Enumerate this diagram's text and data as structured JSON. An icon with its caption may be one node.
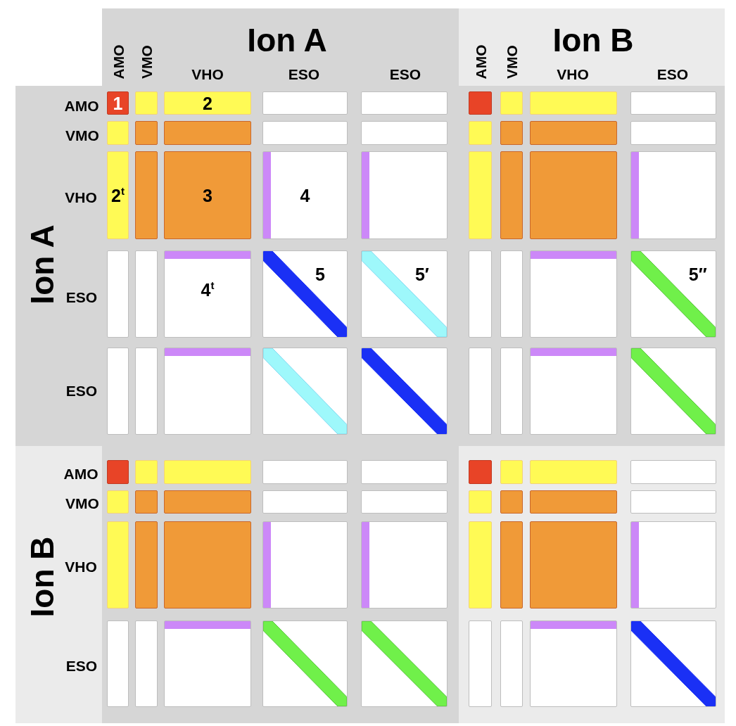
{
  "diagram": {
    "nodes": [
      {
        "text": [
          "1"
        ]
      },
      {
        "text": [],
        "shape": "box"
      },
      {
        "text": [
          "2"
        ]
      },
      {
        "text": [],
        "shape": "box"
      },
      {
        "text": [],
        "shape": "box"
      },
      {
        "text": [],
        "shape": "box"
      },
      {
        "text": [],
        "shape": "box"
      },
      {
        "text": [],
        "shape": "box"
      },
      {
        "text": [],
        "shape": "box"
      },
      {
        "text": [],
        "shape": "box"
      },
      {
        "text": [],
        "shape": "box"
      },
      {
        "text": [],
        "shape": "box"
      },
      {
        "text": [],
        "shape": "box"
      },
      {
        "text": [],
        "shape": "box"
      },
      {
        "text": [],
        "shape": "box"
      },
      {
        "text": [],
        "shape": "box"
      },
      {
        "text": [],
        "shape": "box"
      },
      {
        "text": [],
        "shape": "box"
      },
      {
        "text": [
          "2$^{t}$"
        ]
      },
      {
        "text": [],
        "shape": "box"
      },
      {
        "text": [
          "3"
        ]
      },
      {
        "text": [
          "4"
        ]
      },
      {
        "text": [],
        "shape": "box"
      },
      {
        "text": [],
        "shape": "box"
      },
      {
        "text": [],
        "shape": "box"
      },
      {
        "text": [],
        "shape": "box"
      },
      {
        "text": [],
        "shape": "box"
      },
      {
        "text": [],
        "shape": "box"
      },
      {
        "text": [],
        "shape": "box"
      },
      {
        "text": [
          "4$^{t}$"
        ]
      },
      {
        "text": [
          "5"
        ]
      },
      {
        "text": [
          "5′"
        ]
      },
      {
        "text": [],
        "shape": "box"
      },
      {
        "text": [],
        "shape": "box"
      },
      {
        "text": [],
        "shape": "box"
      },
      {
        "text": [
          "5″"
        ]
      },
      {
        "text": [],
        "shape": "box"
      },
      {
        "text": [],
        "shape": "box"
      },
      {
        "text": [],
        "shape": "box"
      },
      {
        "text": [],
        "shape": "box"
      },
      {
        "text": [],
        "shape": "box"
      },
      {
        "text": [],
        "shape": "box"
      },
      {
        "text": [],
        "shape": "box"
      },
      {
        "text": [],
        "shape": "box"
      },
      {
        "text": [],
        "shape": "box"
      },
      {
        "text": [],
        "shape": "box"
      },
      {
        "text": [],
        "shape": "box"
      },
      {
        "text": [],
        "shape": "box"
      },
      {
        "text": [],
        "shape": "box"
      },
      {
        "text": [],
        "shape": "box"
      },
      {
        "text": [],
        "shape": "box"
      },
      {
        "text": [],
        "shape": "box"
      },
      {
        "text": [],
        "shape": "box"
      },
      {
        "text": [],
        "shape": "box"
      },
      {
        "text": [],
        "shape": "box"
      },
      {
        "text": [],
        "shape": "box"
      },
      {
        "text": [],
        "shape": "box"
      },
      {
        "text": [],
        "shape": "box"
      },
      {
        "text": [],
        "shape": "box"
      },
      {
        "text": [],
        "shape": "box"
      },
      {
        "text": [],
        "shape": "box"
      },
      {
        "text": [],
        "shape": "box"
      },
      {
        "text": [],
        "shape": "box"
      },
      {
        "text": [],
        "shape": "box"
      },
      {
        "text": [],
        "shape": "box"
      },
      {
        "text": [],
        "shape": "box"
      },
      {
        "text": [],
        "shape": "box"
      },
      {
        "text": [],
        "shape": "box"
      },
      {
        "text": [],
        "shape": "box"
      },
      {
        "text": [],
        "shape": "box"
      },
      {
        "text": [],
        "shape": "box"
      },
      {
        "text": [],
        "shape": "box"
      },
      {
        "text": [],
        "shape": "box"
      },
      {
        "text": [],
        "shape": "box"
      },
      {
        "text": [],
        "shape": "box"
      },
      {
        "text": [],
        "shape": "box"
      },
      {
        "text": [],
        "shape": "box"
      },
      {
        "text": [],
        "shape": "box"
      },
      {
        "text": [],
        "shape": "box"
      },
      {
        "text": [],
        "shape": "box"
      },
      {
        "text": [],
        "shape": "box"
      }
    ],
    "labels": [
      "Ion A",
      "Ion B",
      "AMO",
      "VMO",
      "VHO",
      "ESO",
      "ESO",
      "AMO",
      "VMO",
      "VHO",
      "ESO",
      "Ion A",
      "AMO",
      "VMO",
      "VHO",
      "ESO",
      "ESO",
      "Ion B",
      "AMO",
      "VMO",
      "VHO",
      "ESO"
    ]
  }
}
